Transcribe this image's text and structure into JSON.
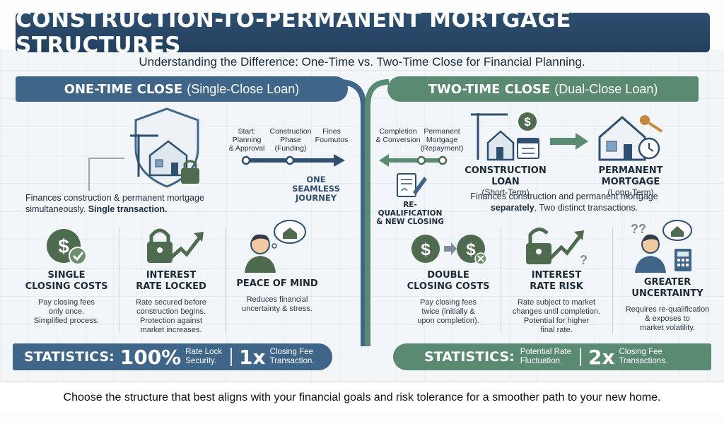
{
  "title": "CONSTRUCTION-TO-PERMANENT MORTGAGE STRUCTURES",
  "subtitle": "Understanding the Difference: One-Time vs. Two-Time Close for Financial Planning.",
  "colors": {
    "navy": "#2f4f70",
    "blue": "#3f6588",
    "green": "#5b8a72",
    "background": "#f3f6f9"
  },
  "left": {
    "banner_bold": "ONE-TIME CLOSE",
    "banner_rest": "(Single-Close Loan)",
    "timeline": {
      "steps": [
        {
          "label": "Start:\nPlanning\n& Approval"
        },
        {
          "label": "Construction\nPhase\n(Funding)"
        },
        {
          "label": "Fines\nFoumutos"
        }
      ],
      "journey_label": "ONE\nSEAMLESS\nJOURNEY"
    },
    "description_pre": "Finances construction & permanent  mortgage simultaneously. ",
    "description_bold": "Single transaction.",
    "features": [
      {
        "icon": "dollar-check-icon",
        "title": "SINGLE\nCLOSING COSTS",
        "desc": "Pay closing fees\nonly once.\nSimplified process."
      },
      {
        "icon": "lock-trend-icon",
        "title": "INTEREST\nRATE LOCKED",
        "desc": "Rate secured before\nconstruction begins.\nProtection against\nmarket increases."
      },
      {
        "icon": "person-house-thought-icon",
        "title": "PEACE OF MIND",
        "desc": "Reduces financial\nuncertainty & stress."
      }
    ],
    "stats": {
      "label": "STATISTICS:",
      "value1": "100%",
      "text1": "Rate Lock\nSecurity.",
      "value2": "1x",
      "text2": "Closing Fee\nTransaction."
    }
  },
  "right": {
    "banner_bold": "TWO-TIME CLOSE",
    "banner_rest": "(Dual-Close Loan)",
    "steps": [
      {
        "label": "Completion\n& Conversion"
      },
      {
        "label": "Permanent\nMortgage\n(Repayment)"
      }
    ],
    "requalification_label": "RE-QUALIFICATION\n& NEW CLOSING",
    "construction_loan": {
      "title": "CONSTRUCTION LOAN",
      "sub": "(Short-Term)"
    },
    "permanent_mortgage": {
      "title": "PERMANENT MORTGAGE",
      "sub": "(Long-Term)"
    },
    "description_pre": "Finances construction and permanent mortgage ",
    "description_bold": "separately",
    "description_post": ". Two distinct transactions.",
    "features": [
      {
        "icon": "double-dollar-icon",
        "title": "DOUBLE\nCLOSING COSTS",
        "desc": "Pay closing fees\ntwice (initially &\nupon completion)."
      },
      {
        "icon": "unlock-trend-icon",
        "title": "INTEREST\nRATE RISK",
        "desc": "Rate subject to market\nchanges until completion.\nPotential for higher\nfinal rate."
      },
      {
        "icon": "person-calculator-icon",
        "title": "GREATER\nUNCERTAINTY",
        "desc": "Requires re-qualification\n& exposes to\nmarket volatility."
      }
    ],
    "stats": {
      "label": "STATISTICS:",
      "text1": "Potential Rate\nFluctuation.",
      "value2": "2x",
      "text2": "Closing Fee\nTransactions."
    }
  },
  "footer": "Choose the structure that best aligns with your financial goals and risk tolerance for a smoother path to your new home."
}
